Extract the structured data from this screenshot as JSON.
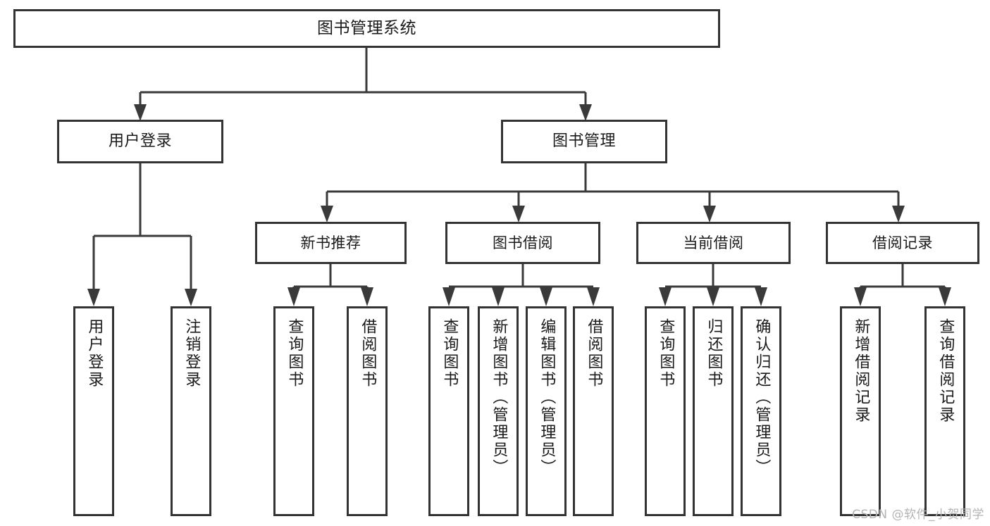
{
  "diagram": {
    "title": "图书管理系统",
    "type": "hierarchy-tree",
    "watermark": "CSDN @软件_小贺同学",
    "colors": {
      "box_border": "#333333",
      "box_fill": "#ffffff",
      "connector": "#3a3a3a",
      "text": "#1a1a1a",
      "watermark": "#b4b4b4",
      "background": "#ffffff"
    },
    "root": {
      "label": "图书管理系统"
    },
    "level_two": [
      {
        "label": "用户登录"
      },
      {
        "label": "图书管理"
      }
    ],
    "level_three": [
      {
        "label": "新书推荐"
      },
      {
        "label": "图书借阅"
      },
      {
        "label": "当前借阅"
      },
      {
        "label": "借阅记录"
      }
    ],
    "leaves": {
      "user_login": [
        {
          "label": "用户登录"
        },
        {
          "label": "注销登录"
        }
      ],
      "new_book_recommend": [
        {
          "label": "查询图书"
        },
        {
          "label": "借阅图书"
        }
      ],
      "book_borrow": [
        {
          "label": "查询图书"
        },
        {
          "label": "新增图书（管理员）"
        },
        {
          "label": "编辑图书（管理员）"
        },
        {
          "label": "借阅图书"
        }
      ],
      "current_borrow": [
        {
          "label": "查询图书"
        },
        {
          "label": "归还图书"
        },
        {
          "label": "确认归还（管理员）"
        }
      ],
      "borrow_record": [
        {
          "label": "新增借阅记录"
        },
        {
          "label": "查询借阅记录"
        }
      ]
    }
  }
}
